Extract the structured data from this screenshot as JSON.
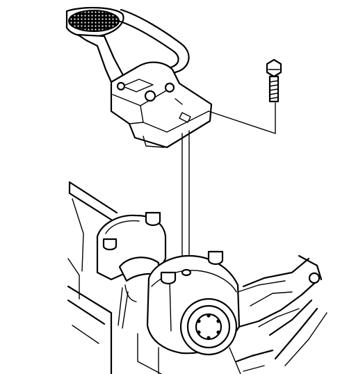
{
  "diagram": {
    "components": [
      {
        "id": "pickup-tube",
        "icon": "oil-pump-pickup-tube-icon"
      },
      {
        "id": "mounting-bolt",
        "icon": "bolt-icon"
      },
      {
        "id": "engine-block",
        "icon": "engine-block-icon"
      }
    ],
    "colors": {
      "stroke": "#000000",
      "background": "#ffffff"
    }
  }
}
